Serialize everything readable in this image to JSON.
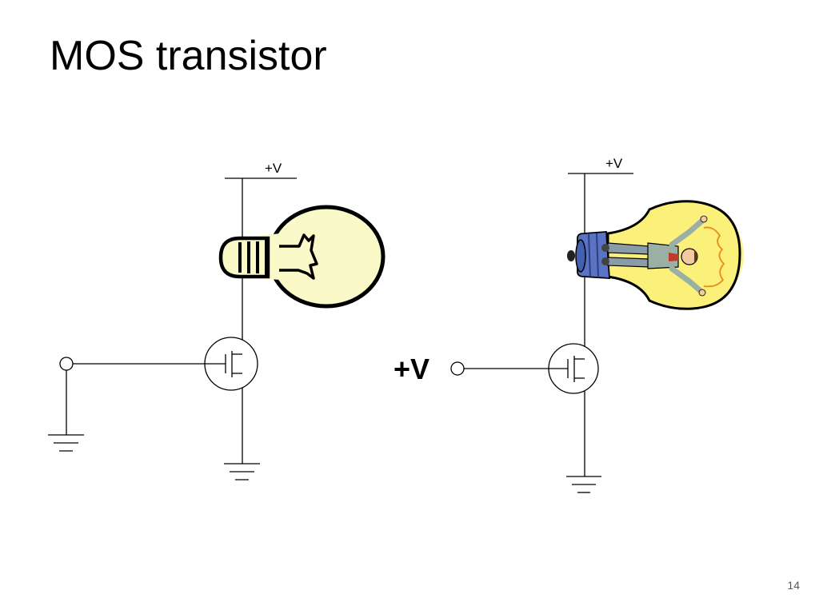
{
  "slide": {
    "title": "MOS transistor",
    "page_number": "14"
  },
  "left_circuit": {
    "supply_label": "+V"
  },
  "right_circuit": {
    "supply_label": "+V",
    "gate_label": "+V"
  },
  "colors": {
    "bulb_glass_off": "#fafac8",
    "bulb_glass_on": "#fbf07a",
    "bulb_base_blue": "#5b73c4",
    "wire": "#000000"
  },
  "icons": {
    "left_bulb": "light-bulb-off-icon",
    "right_bulb": "light-bulb-on-person-icon"
  }
}
